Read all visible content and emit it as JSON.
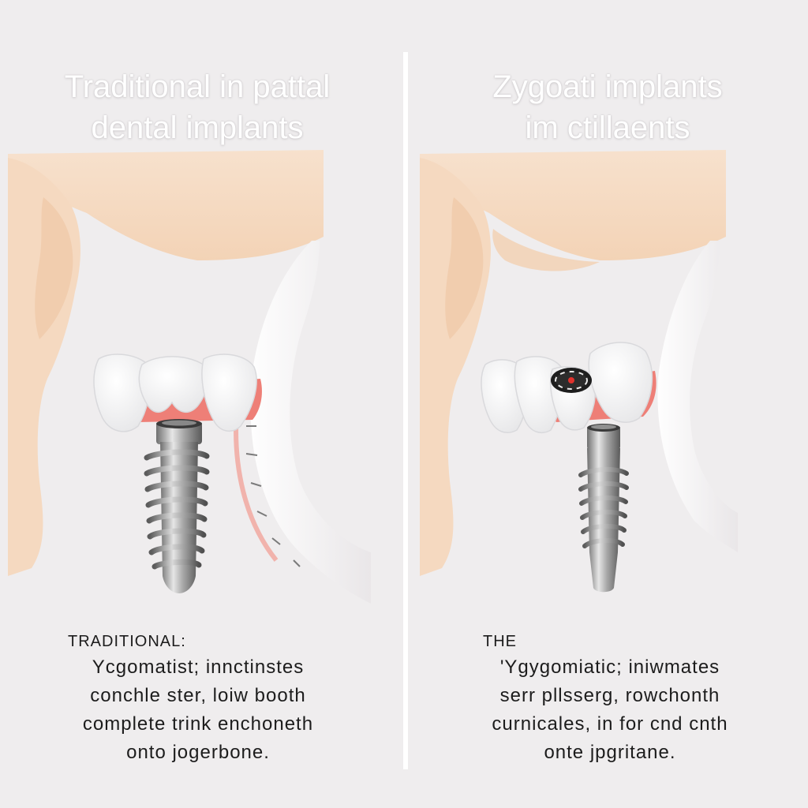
{
  "left_panel": {
    "title_lines": [
      "Traditional in pattal",
      "dental implants"
    ],
    "caption": {
      "heading": "TRADITIONAL:",
      "lines": [
        "Ycgomatist; innctinstes",
        "conchle ster, loiw booth",
        "complete trink enchoneth",
        "onto jogerbone."
      ]
    }
  },
  "right_panel": {
    "title_lines": [
      "Zygoati implants",
      "im ctillaents"
    ],
    "caption": {
      "heading": "THE",
      "lines": [
        "'Ygygomiatic; iniwmates",
        "serr pllsserg, rowchonth",
        "curnicales, in for cnd cnth",
        "onte jpgritane."
      ]
    }
  },
  "colors": {
    "background": "#efedee",
    "skin": "#f6dcc4",
    "gum": "#ef8078",
    "tooth": "#ffffff",
    "implant_metal": "#9a9a9a",
    "divider": "#ffffff"
  }
}
